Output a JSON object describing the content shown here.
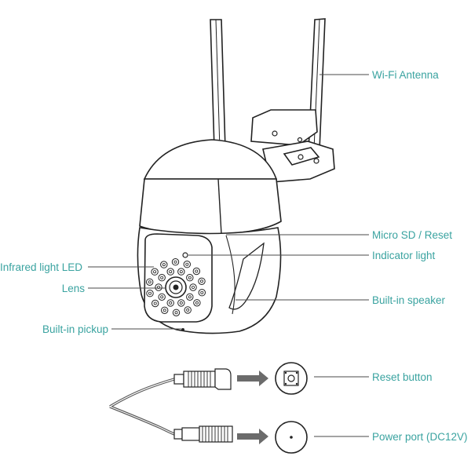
{
  "labels": {
    "wifi_antenna": "Wi-Fi Antenna",
    "micro_sd_reset": "Micro SD / Reset",
    "indicator_light": "Indicator light",
    "infrared_led": "Infrared light LED",
    "lens": "Lens",
    "builtin_speaker": "Built-in speaker",
    "builtin_pickup": "Built-in pickup",
    "reset_button": "Reset button",
    "power_port": "Power port (DC12V)"
  },
  "colors": {
    "label": "#3aa3a0",
    "outline": "#222222",
    "leader": "#4a4a4a",
    "arrow": "#6b6b6b"
  },
  "icons": [
    "camera-body",
    "wifi-antenna-icon",
    "reset-button-icon",
    "power-port-icon",
    "arrow-icon",
    "cable-icon"
  ]
}
